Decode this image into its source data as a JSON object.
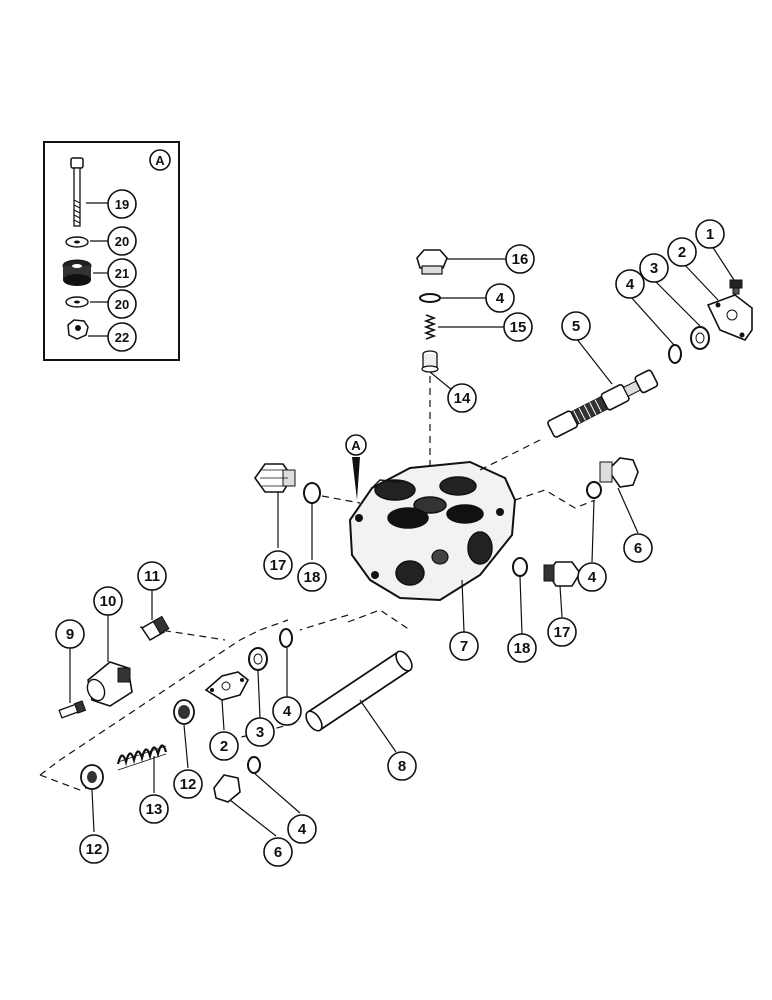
{
  "figure": {
    "section_marker": "A",
    "inset_label": "A",
    "inset_parts": [
      {
        "id": "19",
        "part": "bolt"
      },
      {
        "id": "20",
        "part": "washer-upper"
      },
      {
        "id": "21",
        "part": "rubber-mount"
      },
      {
        "id": "20",
        "part": "washer-lower"
      },
      {
        "id": "22",
        "part": "nut"
      }
    ],
    "callouts": [
      "1",
      "2",
      "4",
      "3",
      "5",
      "16",
      "4",
      "15",
      "14",
      "17",
      "18",
      "6",
      "4",
      "7",
      "18",
      "17",
      "11",
      "10",
      "9",
      "2",
      "3",
      "4",
      "8",
      "12",
      "13",
      "12",
      "6",
      "4"
    ]
  },
  "colors": {
    "ink": "#111111",
    "paper": "#ffffff",
    "metal_fill": "#e8e8e8",
    "shade": "#555555"
  }
}
